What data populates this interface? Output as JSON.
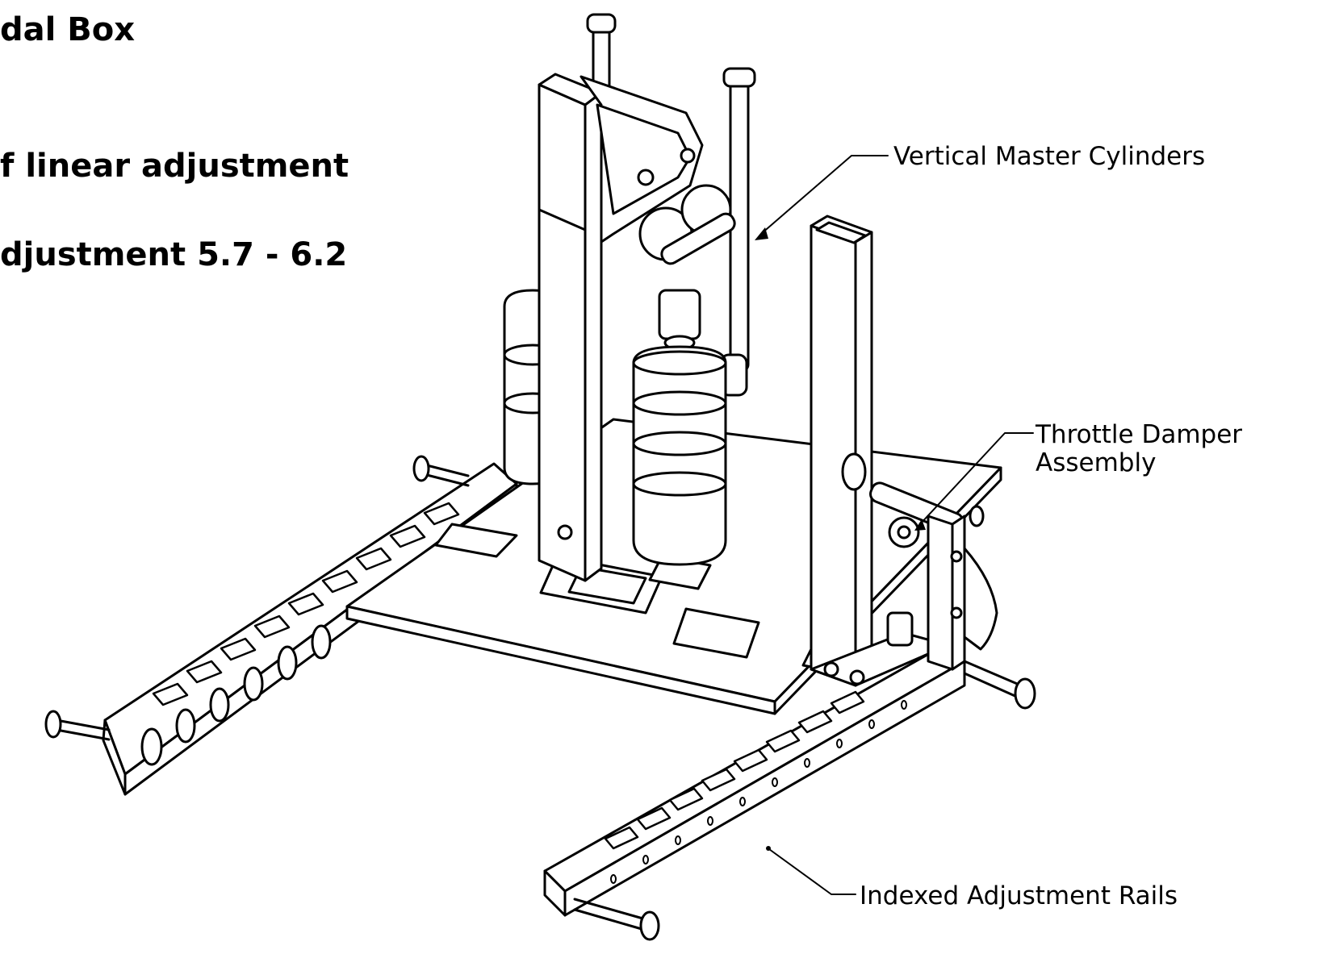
{
  "notes": {
    "line1": "dal Box",
    "line2": "f linear adjustment",
    "line3": "djustment 5.7 - 6.2"
  },
  "callouts": {
    "vertical_master_cylinders": "Vertical Master Cylinders",
    "throttle_damper_line1": "Throttle Damper",
    "throttle_damper_line2": "Assembly",
    "indexed_adjustment_rails": "Indexed Adjustment Rails"
  }
}
